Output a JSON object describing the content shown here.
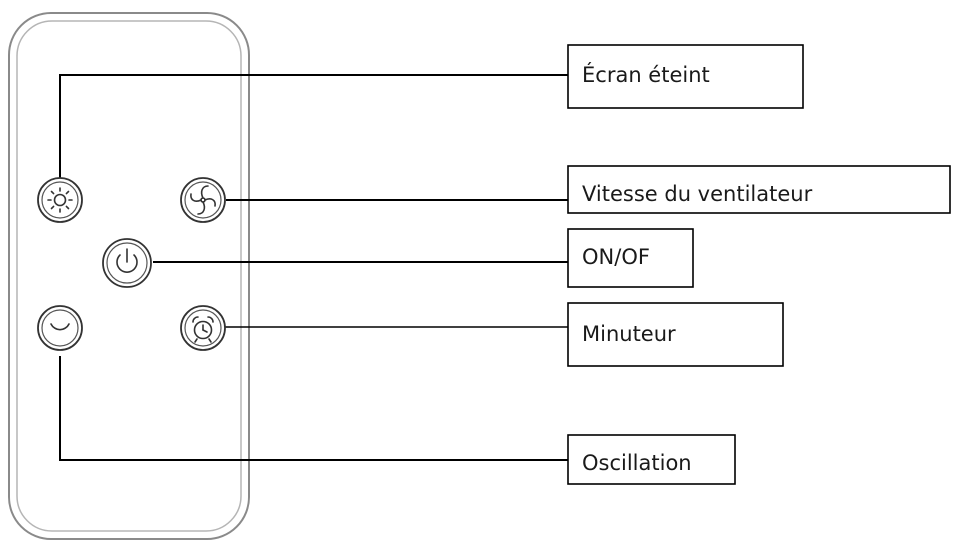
{
  "labels": {
    "screen_off": "Écran éteint",
    "fan_speed": "Vitesse du ventilateur",
    "power": "ON/OF",
    "timer": "Minuteur",
    "oscillation": "Oscillation"
  },
  "icons": {
    "screen_off": "sun-icon",
    "fan_speed": "fan-icon",
    "power": "power-icon",
    "timer": "alarm-clock-icon",
    "oscillation": "oscillation-arc-icon"
  },
  "colors": {
    "line": "#000000",
    "remote_outline": "#8a8a8a",
    "button_outline": "#333333"
  }
}
